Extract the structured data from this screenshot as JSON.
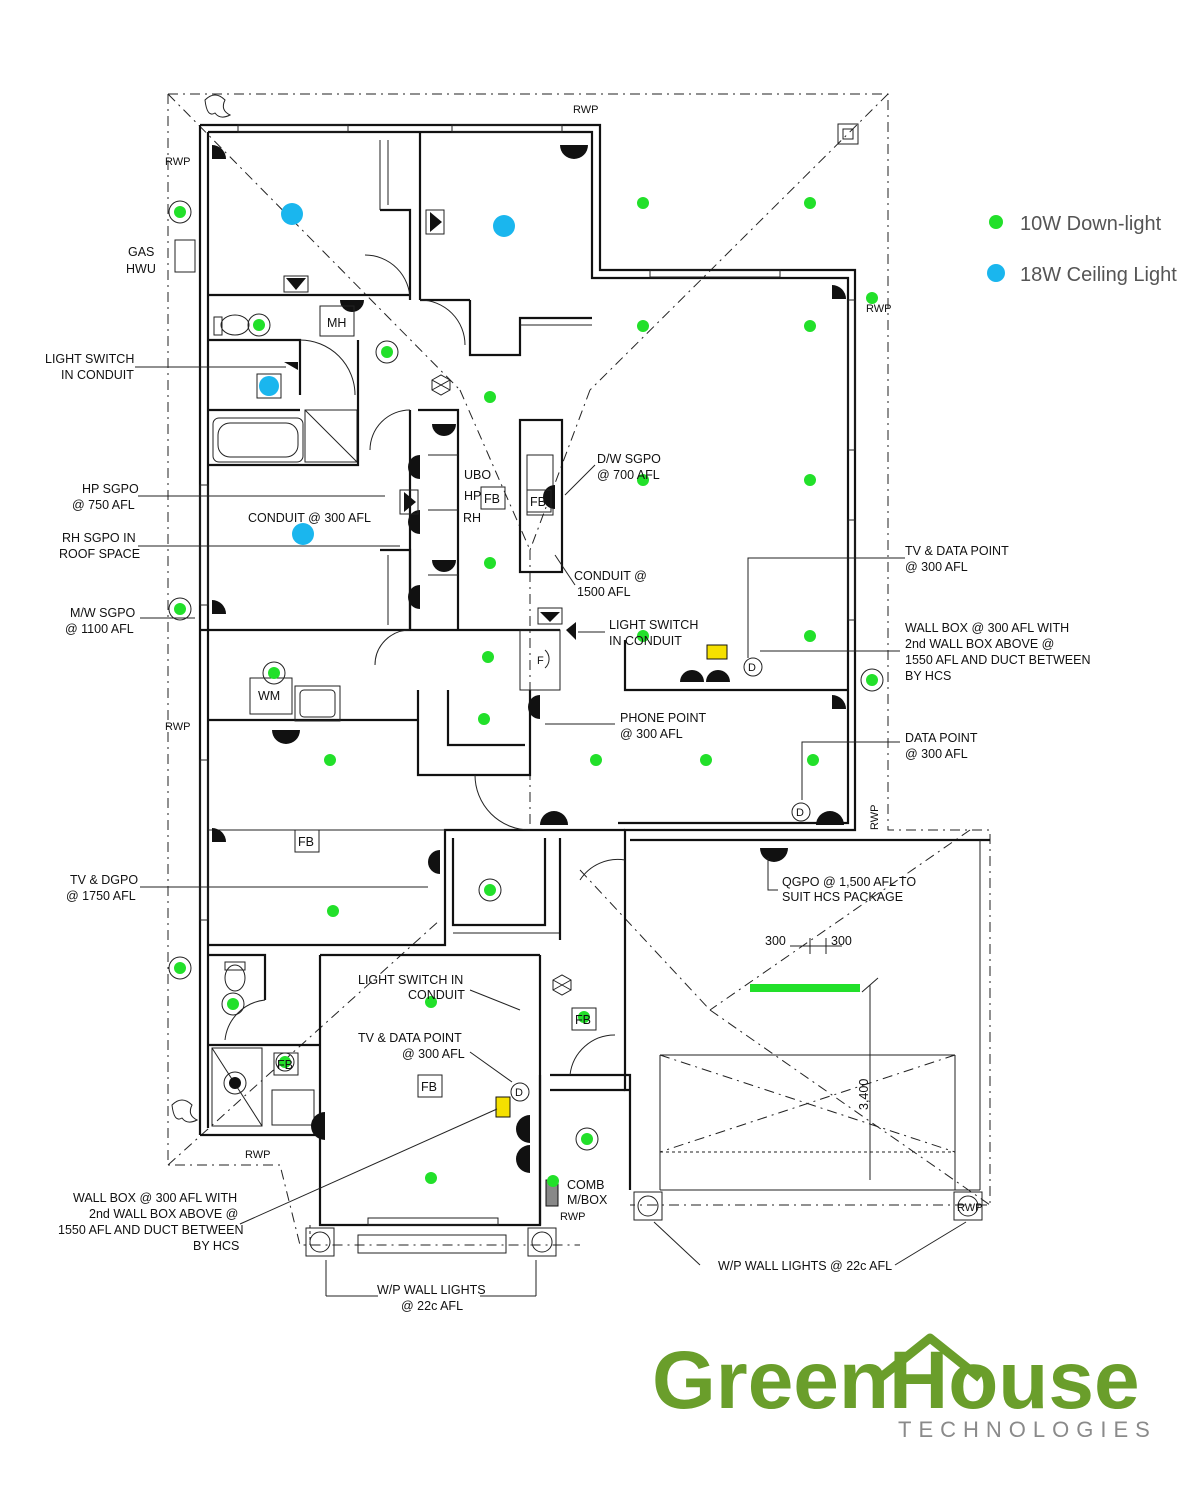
{
  "legend": {
    "downlight_label": "10W Down-light",
    "downlight_color": "#22e02a",
    "ceiling_label": "18W Ceiling Light",
    "ceiling_color": "#1ab6ee"
  },
  "annotations": {
    "gas": "GAS",
    "hwu": "HWU",
    "rwp": "RWP",
    "light_switch_1a": "LIGHT SWITCH",
    "light_switch_1b": "IN CONDUIT",
    "hp_sgpo_a": "HP SGPO",
    "hp_sgpo_b": "@ 750 AFL",
    "conduit_300": "CONDUIT @ 300 AFL",
    "rh_sgpo_a": "RH SGPO IN",
    "rh_sgpo_b": "ROOF SPACE",
    "mw_sgpo_a": "M/W SGPO",
    "mw_sgpo_b": "@ 1100 AFL",
    "tv_dgpo_a": "TV & DGPO",
    "tv_dgpo_b": "@ 1750 AFL",
    "ubo": "UBO",
    "hp": "HP",
    "rh": "RH",
    "fb": "FB",
    "mh": "MH",
    "wm": "WM",
    "dw_sgpo_a": "D/W SGPO",
    "dw_sgpo_b": "@ 700 AFL",
    "conduit_1500_a": "CONDUIT @",
    "conduit_1500_b": "1500 AFL",
    "light_switch_2a": "LIGHT SWITCH",
    "light_switch_2b": "IN CONDUIT",
    "tv_data_1a": "TV & DATA POINT",
    "tv_data_1b": "@ 300 AFL",
    "wall_box_1a": "WALL BOX @ 300 AFL WITH",
    "wall_box_1b": "2nd WALL BOX ABOVE @",
    "wall_box_1c": "1550 AFL AND DUCT BETWEEN",
    "wall_box_1d": "BY HCS",
    "phone_a": "PHONE POINT",
    "phone_b": "@ 300 AFL",
    "data_a": "DATA POINT",
    "data_b": "@ 300 AFL",
    "qgpo_a": "QGPO @ 1,500 AFL TO",
    "qgpo_b": "SUIT HCS PACKAGE",
    "dim_300a": "300",
    "dim_300b": "300",
    "dim_3400": "3,400",
    "light_switch_3a": "LIGHT SWITCH IN",
    "light_switch_3b": "CONDUIT",
    "tv_data_2a": "TV & DATA POINT",
    "tv_data_2b": "@ 300 AFL",
    "wall_box_2a": "WALL BOX @ 300 AFL WITH",
    "wall_box_2b": "2nd WALL BOX ABOVE @",
    "wall_box_2c": "1550 AFL AND DUCT BETWEEN",
    "wall_box_2d": "BY HCS",
    "comb_a": "COMB",
    "comb_b": "M/BOX",
    "wp_lights_1a": "W/P WALL LIGHTS",
    "wp_lights_1b": "@ 22c AFL",
    "wp_lights_2": "W/P WALL LIGHTS @ 22c AFL",
    "data_letter": "D",
    "fridge_letter": "F"
  },
  "logo": {
    "main": "GreenHouse",
    "sub": "TECHNOLOGIES",
    "color": "#6a9e2b"
  }
}
